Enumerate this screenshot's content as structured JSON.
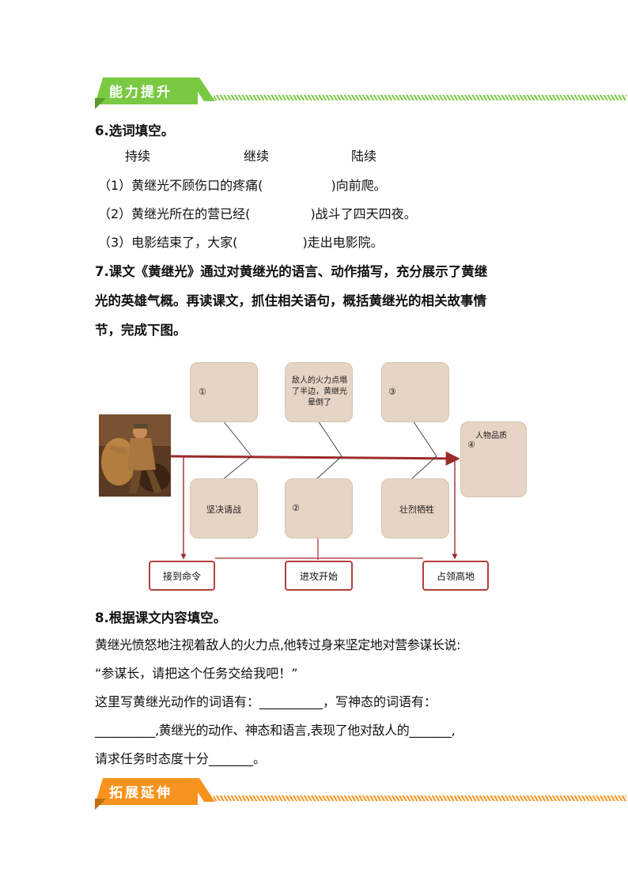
{
  "sections": {
    "ability": "能力提升",
    "extension": "拓展延伸"
  },
  "q6": {
    "title": "6.选词填空。",
    "words": [
      "持续",
      "继续",
      "陆续"
    ],
    "items": [
      {
        "prefix": "（1）黄继光不顾伤口的疼痛(",
        "suffix": ")向前爬。"
      },
      {
        "prefix": "（2）黄继光所在的营已经(",
        "suffix": ")战斗了四天四夜。"
      },
      {
        "prefix": "（3）电影结束了，大家(",
        "suffix": ")走出电影院。"
      }
    ]
  },
  "q7": {
    "lines": [
      "7.课文《黄继光》通过对黄继光的语言、动作描写，充分展示了黄继",
      "光的英雄气概。再读课文，抓住相关语句，概括黄继光的相关故事情",
      "节，完成下图。"
    ],
    "diagram": {
      "top_boxes": [
        "①",
        "敌人的火力点塌了半边，黄继光晕倒了",
        "③"
      ],
      "bottom_boxes": [
        "坚决请战",
        "②",
        "壮烈牺牲"
      ],
      "quality_title": "人物品质",
      "quality_num": "④",
      "bottom_labels": [
        "接到命令",
        "进攻开始",
        "占领高地"
      ]
    }
  },
  "q8": {
    "title": "8.根据课文内容填空。",
    "lines": [
      "黄继光愤怒地注视着敌人的火力点,他转过身来坚定地对营参谋长说:",
      "“参谋长，请把这个任务交给我吧！”",
      "这里写黄继光动作的词语有：__________，写神态的词语有：",
      "__________,黄继光的动作、神态和语言,表现了他对敌人的_______,",
      "请求任务时态度十分_______。"
    ]
  },
  "colors": {
    "green": "#7ac943",
    "orange": "#f7931e",
    "arrow": "#9e2a2b",
    "box": "#e6d4c4"
  }
}
